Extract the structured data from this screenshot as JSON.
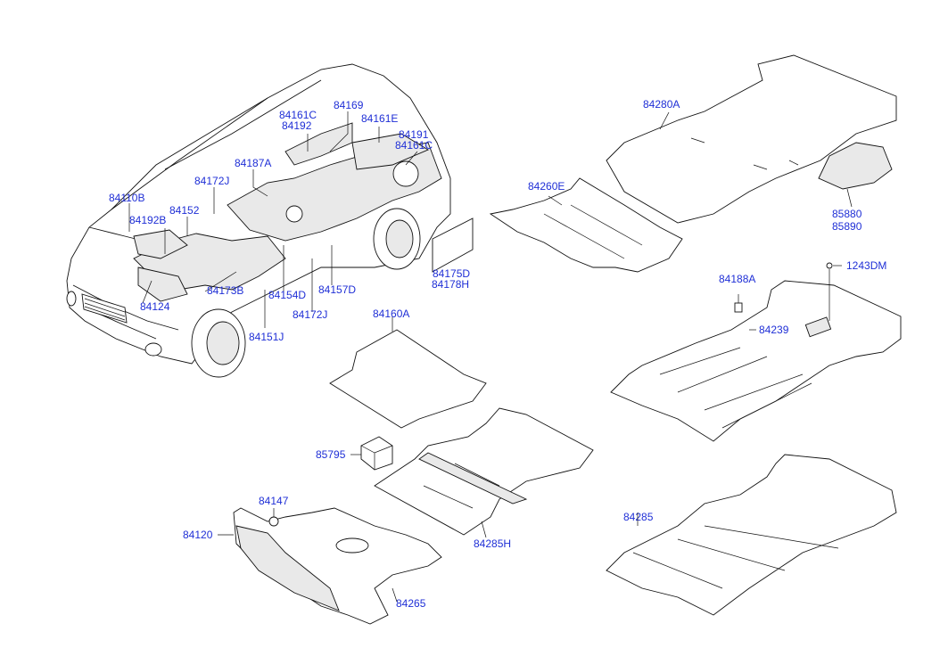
{
  "diagram": {
    "label_color": "#1f2fd6",
    "part_numbers": [
      "84161C",
      "84192",
      "84169",
      "84161E",
      "84191",
      "84161C",
      "84187A",
      "84172J",
      "84110B",
      "84152",
      "84192B",
      "84173B",
      "84154D",
      "84157D",
      "84124",
      "84172J",
      "84151J",
      "84175D",
      "84178H",
      "84280A",
      "84260E",
      "85880",
      "85890",
      "1243DM",
      "84188A",
      "84239",
      "84160A",
      "85795",
      "84147",
      "84120",
      "84285H",
      "84265",
      "84285"
    ]
  }
}
